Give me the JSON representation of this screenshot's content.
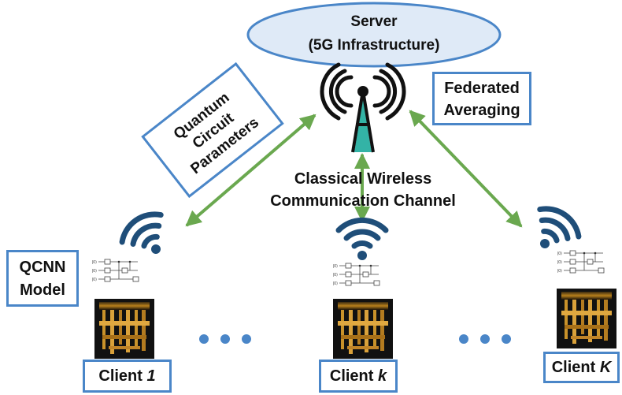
{
  "server": {
    "line1": "Server",
    "line2": "(5G Infrastructure)"
  },
  "channel": {
    "line1": "Classical Wireless",
    "line2": "Communication Channel"
  },
  "labels": {
    "quantum_params": [
      "Quantum",
      "Circuit",
      "Parameters"
    ],
    "fed_avg": [
      "Federated",
      "Averaging"
    ],
    "qcnn": [
      "QCNN",
      "Model"
    ]
  },
  "clients": [
    {
      "prefix": "Client ",
      "index": "1"
    },
    {
      "prefix": "Client ",
      "index": "k"
    },
    {
      "prefix": "Client ",
      "index": "K"
    }
  ],
  "circuit": {
    "ket": "|0⟩",
    "gate": "H"
  },
  "icons": {
    "tower": "radio-tower-icon",
    "wifi": "wifi-icon",
    "computer": "quantum-computer-icon",
    "dots": "ellipsis-dots"
  },
  "colors": {
    "accent_blue": "#4a86c8",
    "arrow_green": "#6aa84f",
    "signal_navy": "#1f4e79",
    "tower_cyan": "#33b3a6",
    "dot_blue": "#4a86c8"
  }
}
